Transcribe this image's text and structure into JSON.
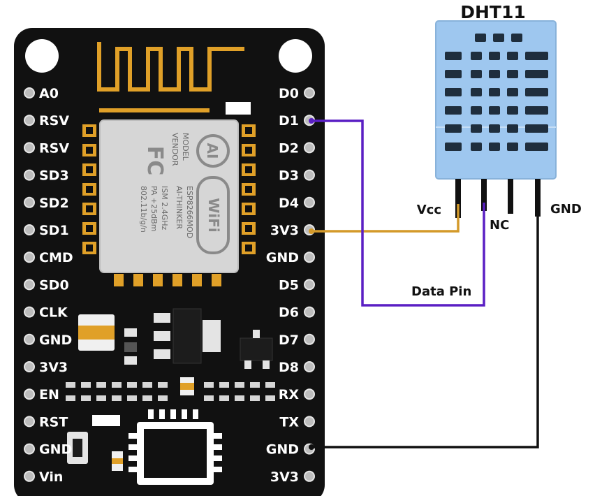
{
  "sensor": {
    "title": "DHT11",
    "pins": [
      "Vcc",
      "NC",
      "GND"
    ],
    "data_pin_label": "Data Pin"
  },
  "board": {
    "left_pins": [
      "A0",
      "RSV",
      "RSV",
      "SD3",
      "SD2",
      "SD1",
      "CMD",
      "SD0",
      "CLK",
      "GND",
      "3V3",
      "EN",
      "RST",
      "GND",
      "Vin"
    ],
    "right_pins": [
      "D0",
      "D1",
      "D2",
      "D3",
      "D4",
      "3V3",
      "GND",
      "D5",
      "D6",
      "D7",
      "D8",
      "RX",
      "TX",
      "GND",
      "3V3"
    ]
  },
  "module": {
    "fc_logo": "FC",
    "ai_logo": "AI",
    "wifi_logo": "WiFi",
    "text_lines": [
      "MODEL",
      "VENDOR",
      "ISM 2.4GHz",
      "PA +25dBm",
      "802.11b/g/n",
      "ESP8266MOD",
      "AI-THINKER"
    ]
  },
  "colors": {
    "board": "#111111",
    "sensor_body": "#9ec7ef",
    "sensor_grill": "#1f2e3d",
    "wire_vcc": "#d49a2a",
    "wire_data": "#5a1fc4",
    "wire_gnd": "#111111",
    "gold": "#e0a028",
    "silver": "#d6d6d6"
  }
}
